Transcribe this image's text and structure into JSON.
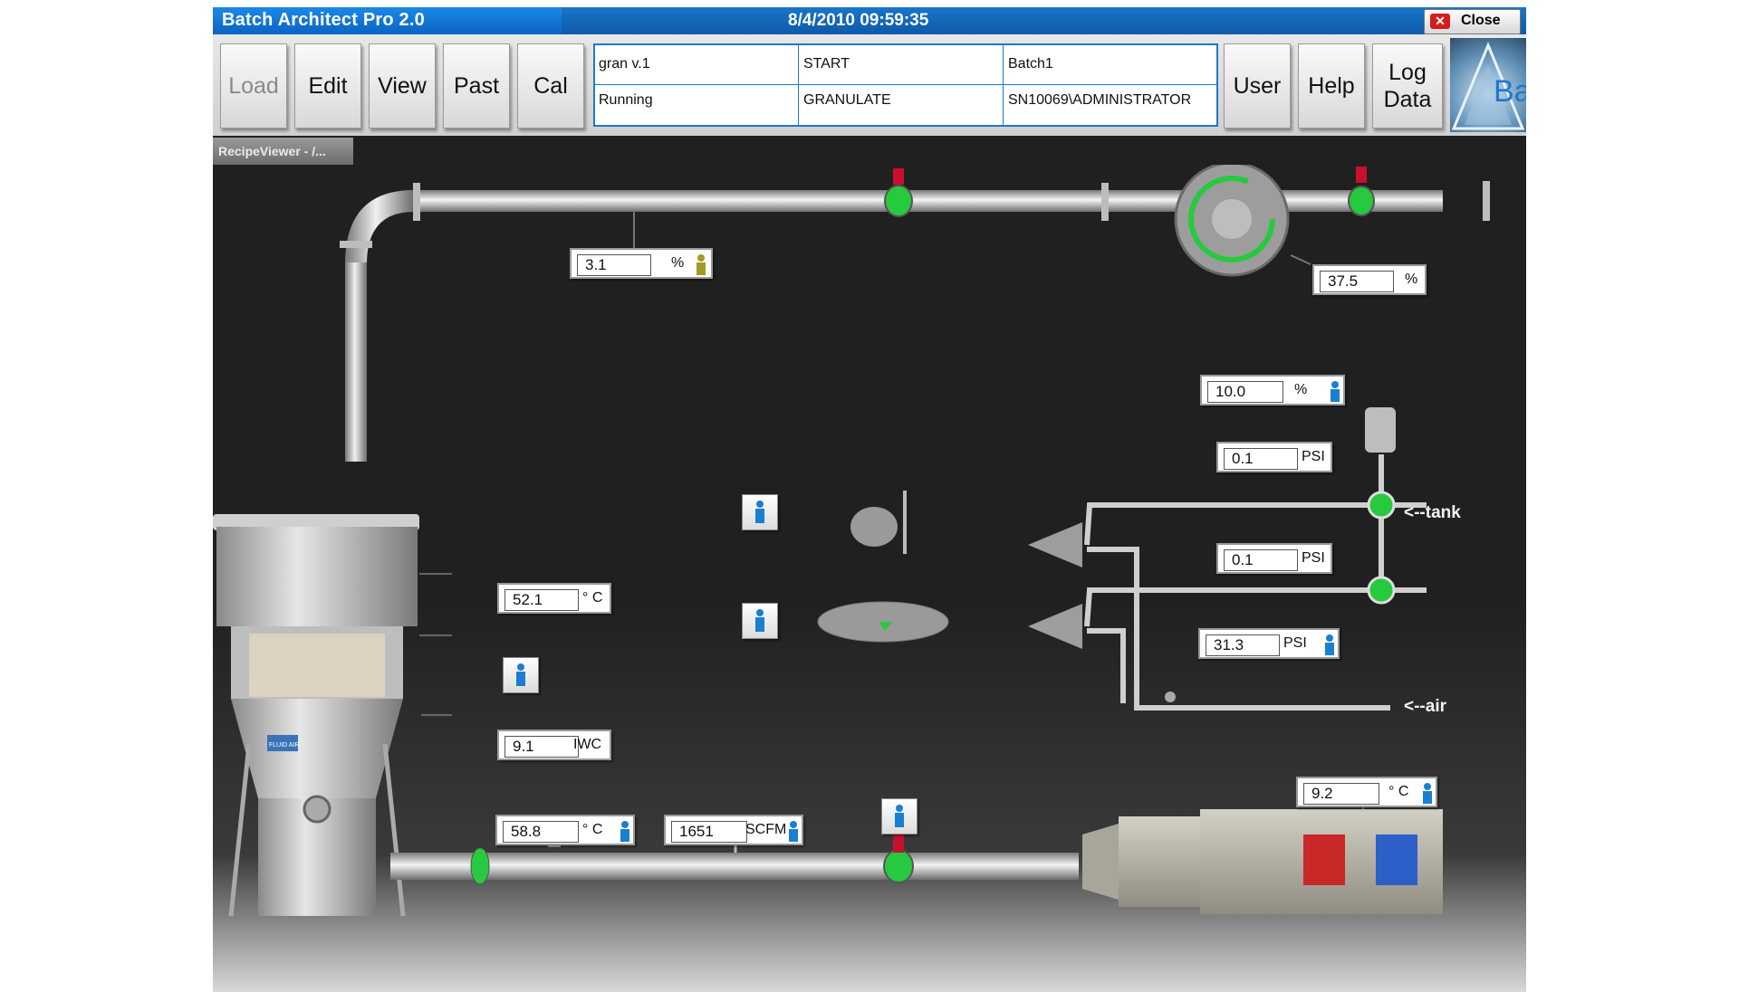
{
  "window": {
    "title": "Batch Architect Pro 2.0",
    "datetime": "8/4/2010 09:59:35",
    "close_label": "Close"
  },
  "toolbar": {
    "load": "Load",
    "edit": "Edit",
    "view": "View",
    "past": "Past",
    "cal": "Cal",
    "user": "User",
    "help": "Help",
    "log_data": "Log Data"
  },
  "status": {
    "recipe": "gran v.1",
    "step": "START",
    "batch": "Batch1",
    "state": "Running",
    "phase": "GRANULATE",
    "user": "SN10069\\ADMINISTRATOR"
  },
  "logo_text": "Ba",
  "recipe_tab": "RecipeViewer - /...",
  "readings": {
    "exhaust_damper": {
      "value": "3.1",
      "unit": "%"
    },
    "fan_speed": {
      "value": "37.5",
      "unit": "%"
    },
    "pump_speed": {
      "value": "10.0",
      "unit": "%"
    },
    "tank_pressure_1": {
      "value": "0.1",
      "unit": "PSI"
    },
    "tank_pressure_2": {
      "value": "0.1",
      "unit": "PSI"
    },
    "atomizing_air": {
      "value": "31.3",
      "unit": "PSI"
    },
    "exhaust_temp": {
      "value": "52.1",
      "unit": "° C"
    },
    "filter_dp": {
      "value": "9.1",
      "unit": "IWC"
    },
    "inlet_temp": {
      "value": "58.8",
      "unit": "° C"
    },
    "inlet_airflow": {
      "value": "1651",
      "unit": "SCFM"
    },
    "dew_point": {
      "value": "9.2",
      "unit": "° C"
    }
  },
  "labels": {
    "tank": "<--tank",
    "air": "<--air"
  },
  "vessel_badge": "FLUID AIR",
  "colors": {
    "title_bar": "#0d5aa8",
    "status_border": "#1b7acb",
    "valve_open": "#27c93f",
    "valve_actuator": "#c8102e",
    "manual_icon": "#1a7fd0",
    "auto_icon": "#a39a2a",
    "background": "#202020"
  }
}
